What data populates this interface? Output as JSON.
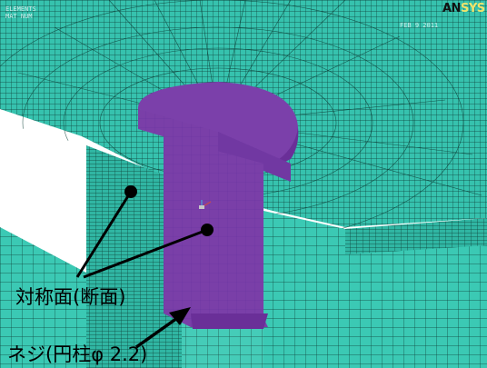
{
  "labels": {
    "symmetry_plane": "対称面(断面)",
    "screw": "ネジ(円柱φ 2.2)"
  },
  "viewer": {
    "logo_prefix": "AN",
    "logo_suffix": "SYS",
    "hud_title": "ELEMENTS",
    "hud_sub": "MAT NUM",
    "hud_right": "FEB 9 2011"
  },
  "colors": {
    "mesh_fill": "#36c2ae",
    "mesh_line": "#0d3f37",
    "screw_fill": "#7a3fa8",
    "screw_side": "#6a2f98",
    "marker": "#000000"
  }
}
